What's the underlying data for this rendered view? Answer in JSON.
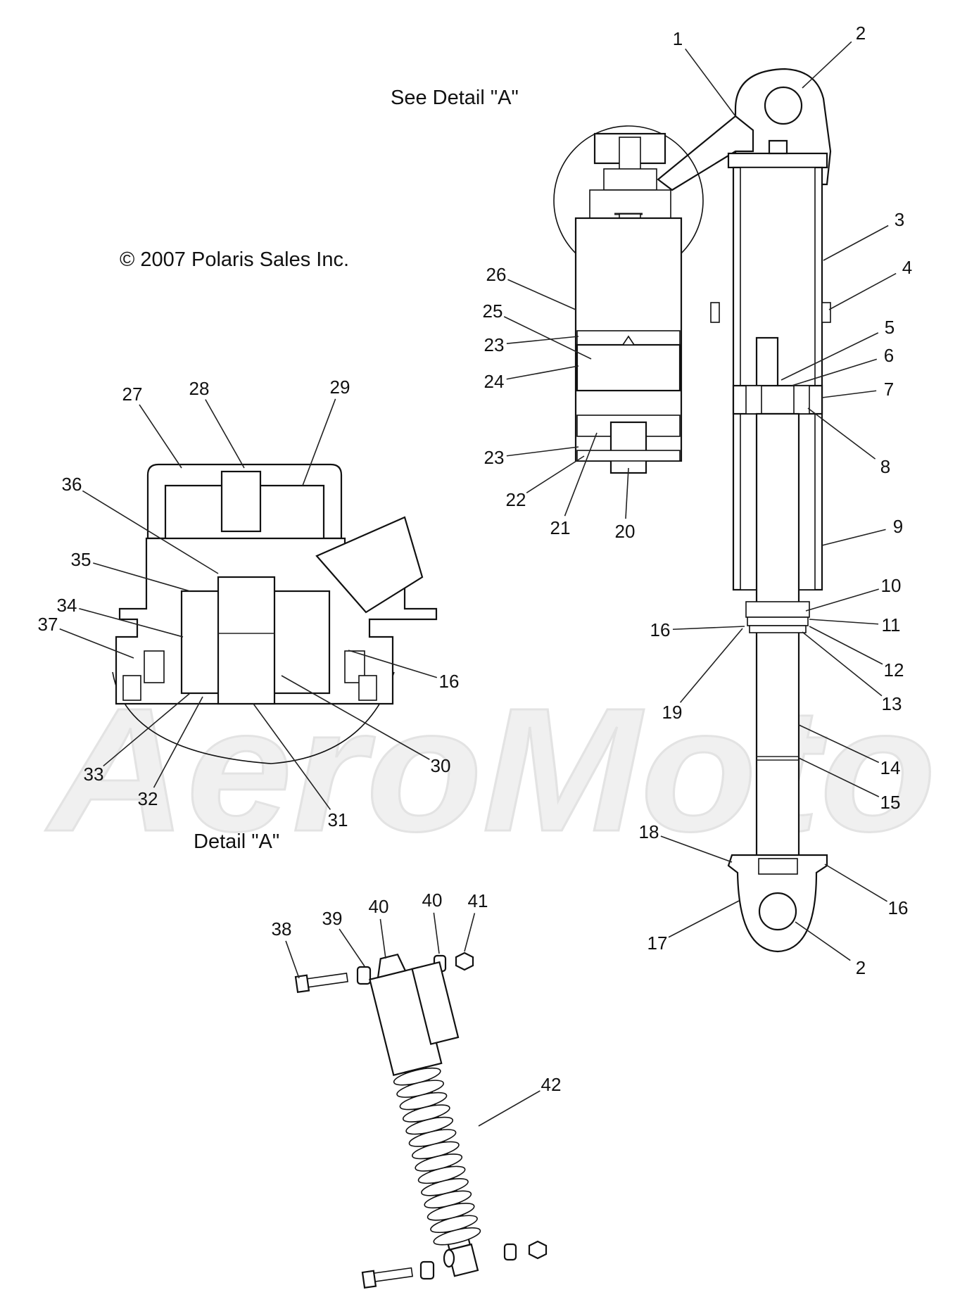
{
  "copyright": "© 2007 Polaris Sales Inc.",
  "see_detail": "See Detail \"A\"",
  "detail_caption": "Detail \"A\"",
  "watermark": "AeroMoto",
  "callouts": [
    {
      "id": "c1",
      "text": "1"
    },
    {
      "id": "c2a",
      "text": "2"
    },
    {
      "id": "c3",
      "text": "3"
    },
    {
      "id": "c4",
      "text": "4"
    },
    {
      "id": "c5",
      "text": "5"
    },
    {
      "id": "c6",
      "text": "6"
    },
    {
      "id": "c7",
      "text": "7"
    },
    {
      "id": "c8",
      "text": "8"
    },
    {
      "id": "c9",
      "text": "9"
    },
    {
      "id": "c10",
      "text": "10"
    },
    {
      "id": "c11",
      "text": "11"
    },
    {
      "id": "c12",
      "text": "12"
    },
    {
      "id": "c13",
      "text": "13"
    },
    {
      "id": "c14",
      "text": "14"
    },
    {
      "id": "c15",
      "text": "15"
    },
    {
      "id": "c16a",
      "text": "16"
    },
    {
      "id": "c16b",
      "text": "16"
    },
    {
      "id": "c16c",
      "text": "16"
    },
    {
      "id": "c17",
      "text": "17"
    },
    {
      "id": "c18",
      "text": "18"
    },
    {
      "id": "c19",
      "text": "19"
    },
    {
      "id": "c2b",
      "text": "2"
    },
    {
      "id": "c20",
      "text": "20"
    },
    {
      "id": "c21",
      "text": "21"
    },
    {
      "id": "c22",
      "text": "22"
    },
    {
      "id": "c23a",
      "text": "23"
    },
    {
      "id": "c23b",
      "text": "23"
    },
    {
      "id": "c24",
      "text": "24"
    },
    {
      "id": "c25",
      "text": "25"
    },
    {
      "id": "c26",
      "text": "26"
    },
    {
      "id": "c27",
      "text": "27"
    },
    {
      "id": "c28",
      "text": "28"
    },
    {
      "id": "c29",
      "text": "29"
    },
    {
      "id": "c30",
      "text": "30"
    },
    {
      "id": "c31",
      "text": "31"
    },
    {
      "id": "c32",
      "text": "32"
    },
    {
      "id": "c33",
      "text": "33"
    },
    {
      "id": "c34",
      "text": "34"
    },
    {
      "id": "c35",
      "text": "35"
    },
    {
      "id": "c36",
      "text": "36"
    },
    {
      "id": "c37",
      "text": "37"
    },
    {
      "id": "c38",
      "text": "38"
    },
    {
      "id": "c39",
      "text": "39"
    },
    {
      "id": "c40a",
      "text": "40"
    },
    {
      "id": "c40b",
      "text": "40"
    },
    {
      "id": "c41",
      "text": "41"
    },
    {
      "id": "c42",
      "text": "42"
    }
  ]
}
